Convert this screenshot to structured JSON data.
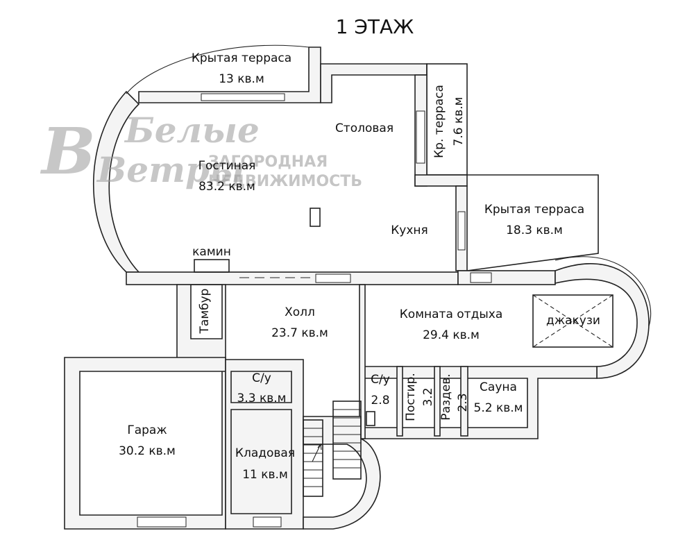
{
  "title": "1 ЭТАЖ",
  "watermark": {
    "logo_line1": "Белые",
    "logo_line2": "Ветры",
    "text_line1": "ЗАГОРОДНАЯ",
    "text_line2": "НЕДВИЖИМОСТЬ"
  },
  "rooms": {
    "terrace_top": {
      "name": "Крытая терраса",
      "area": "13 кв.м"
    },
    "terrace_small": {
      "name": "Кр. терраса",
      "area": "7.6 кв.м"
    },
    "dining": {
      "name": "Столовая"
    },
    "living": {
      "name": "Гостиная",
      "area": "83.2 кв.м"
    },
    "kitchen": {
      "name": "Кухня"
    },
    "terrace_right": {
      "name": "Крытая терраса",
      "area": "18.3 кв.м"
    },
    "fireplace": {
      "name": "камин"
    },
    "vestibule": {
      "name": "Тамбур"
    },
    "hall": {
      "name": "Холл",
      "area": "23.7 кв.м"
    },
    "lounge": {
      "name": "Комната отдыха",
      "area": "29.4 кв.м"
    },
    "jacuzzi": {
      "name": "джакузи"
    },
    "wc1": {
      "name": "С/у",
      "area": "3.3 кв.м"
    },
    "wc2": {
      "name": "С/у",
      "area": "2.8"
    },
    "laundry": {
      "name": "Постир.",
      "area": "3.2"
    },
    "changing": {
      "name": "Раздев.",
      "area": "2.3"
    },
    "sauna": {
      "name": "Сауна",
      "area": "5.2 кв.м"
    },
    "garage": {
      "name": "Гараж",
      "area": "30.2 кв.м"
    },
    "storage": {
      "name": "Кладовая",
      "area": "11 кв.м"
    }
  }
}
